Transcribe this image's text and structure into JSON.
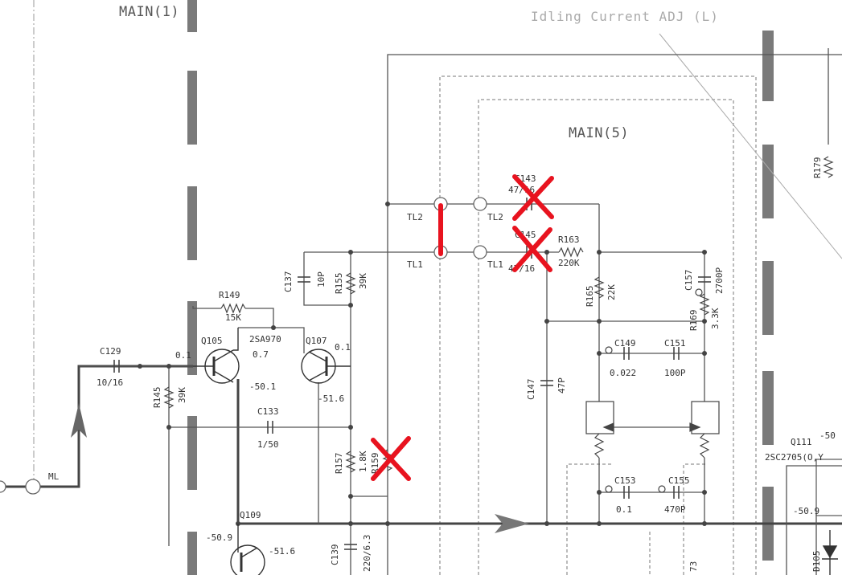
{
  "blocks": {
    "main1": "MAIN(1)",
    "main5": "MAIN(5)"
  },
  "note": "Idling Current ADJ (L)",
  "signal": "ML",
  "test_points": {
    "tl2_left": "TL2",
    "tl1_left": "TL1",
    "tl2_right": "TL2",
    "tl1_right": "TL1"
  },
  "resistors": {
    "r149": {
      "ref": "R149",
      "value": "15K"
    },
    "r145": {
      "ref": "R145",
      "value": "39K"
    },
    "r155": {
      "ref": "R155",
      "value": "39K"
    },
    "r157": {
      "ref": "R157",
      "value": "1.8K"
    },
    "r163": {
      "ref": "R163",
      "value": "220K"
    },
    "r165": {
      "ref": "R165",
      "value": "22K"
    },
    "r169": {
      "ref": "R169",
      "value": "3.3K"
    },
    "r179": {
      "ref": "R179"
    },
    "r159": {
      "ref": "R159"
    }
  },
  "capacitors": {
    "c129": {
      "ref": "C129",
      "value": "10/16"
    },
    "c133": {
      "ref": "C133",
      "value": "1/50"
    },
    "c137": {
      "ref": "C137",
      "value": "10P"
    },
    "c139": {
      "ref": "C139",
      "value": "220/6.3"
    },
    "c143": {
      "ref": "C143",
      "value": "47/16"
    },
    "c145": {
      "ref": "C145",
      "value": "47/16"
    },
    "c147": {
      "ref": "C147",
      "value": "47P"
    },
    "c149": {
      "ref": "C149",
      "value": "0.022"
    },
    "c151": {
      "ref": "C151",
      "value": "100P"
    },
    "c153": {
      "ref": "C153",
      "value": "0.1"
    },
    "c155": {
      "ref": "C155",
      "value": "470P"
    },
    "c157": {
      "ref": "C157",
      "value": "2700P"
    }
  },
  "transistors": {
    "q105": {
      "ref": "Q105",
      "v": "0.1",
      "ve": "-50.1"
    },
    "q107": {
      "ref": "Q107",
      "v": "0.1",
      "ve": "-51.6"
    },
    "pair": {
      "part": "2SA970",
      "v": "0.7"
    },
    "q109": {
      "ref": "Q109",
      "v1": "-50.9",
      "v2": "-51.6"
    },
    "q111": {
      "ref": "Q111",
      "part": "2SC2705(O,Y",
      "v1": "-50",
      "v2": "-50.9"
    }
  },
  "diodes": {
    "d105": "D105"
  },
  "partial": {
    "r173": "73"
  }
}
